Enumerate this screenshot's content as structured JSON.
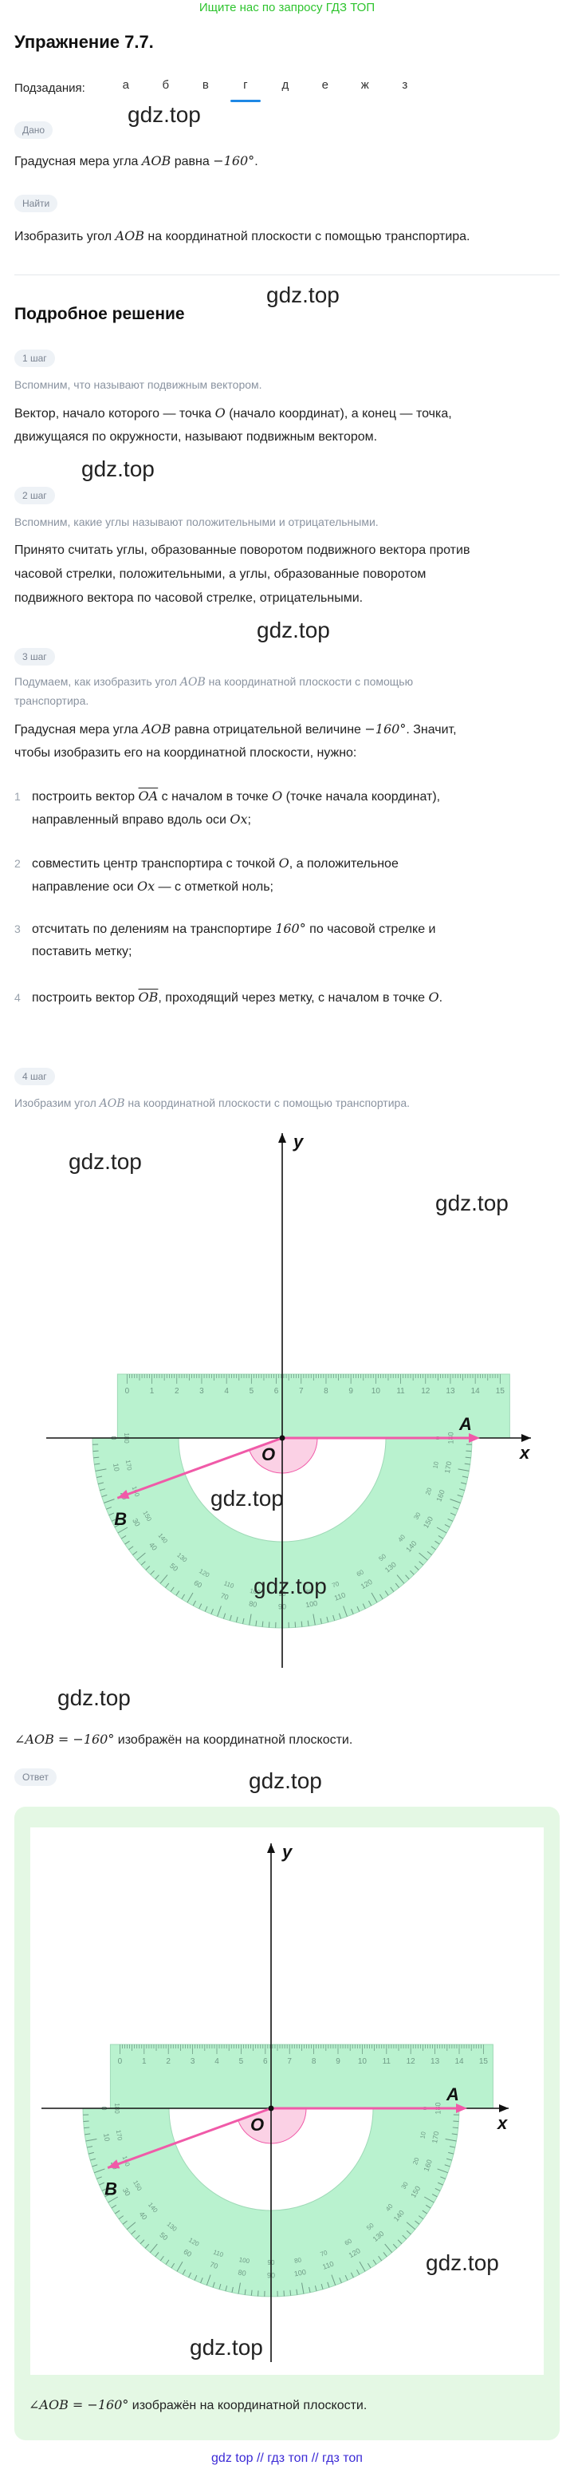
{
  "banner": "Ищите нас по запросу ГДЗ ТОП",
  "title": "Упражнение 7.7.",
  "subtasks": {
    "label": "Подзадания:",
    "tabs": [
      "а",
      "б",
      "в",
      "г",
      "д",
      "е",
      "ж",
      "з"
    ],
    "active": "г"
  },
  "given": {
    "pill": "Дано",
    "text_a": "Градусная мера угла ",
    "math_a": "AOB",
    "text_b": " равна ",
    "math_b": "−160°",
    "text_c": "."
  },
  "find": {
    "pill": "Найти",
    "text_a": "Изобразить угол ",
    "math_a": "AOB",
    "text_b": " на координатной плоскости с помощью транспортира."
  },
  "solution_title": "Подробное решение",
  "watermark": "gdz.top",
  "step1": {
    "pill": "1 шаг",
    "hint": "Вспомним, что называют подвижным вектором.",
    "line1_a": "Вектор, начало которого — точка ",
    "line1_math": "O",
    "line1_b": " (начало координат), а конец — точка,",
    "line2": "движущаяся по окружности, называют подвижным вектором."
  },
  "step2": {
    "pill": "2 шаг",
    "hint": "Вспомним, какие углы называют положительными и отрицательными.",
    "line1": "Принято считать углы, образованные поворотом подвижного вектора против",
    "line2": "часовой стрелки, положительными, а углы, образованные поворотом",
    "line3": "подвижного вектора по часовой стрелке, отрицательными."
  },
  "step3": {
    "pill": "3 шаг",
    "hint1_a": "Подумаем, как изобразить угол ",
    "hint1_math": "AOB",
    "hint1_b": " на координатной плоскости с помощью",
    "hint2": "транспортира.",
    "line1_a": "Градусная мера угла ",
    "line1_math": "AOB",
    "line1_b": " равна отрицательной величине ",
    "line1_math2": "−160°",
    "line1_c": ". Значит,",
    "line2": "чтобы изобразить его на координатной плоскости, нужно:",
    "items": [
      {
        "num": "1",
        "a": "построить вектор ",
        "math": "OA",
        "b": " с началом в точке ",
        "math2": "O",
        "c": " (точке начала координат),",
        "line2": "направленный вправо вдоль оси ",
        "math3": "Ox",
        "d": ";"
      },
      {
        "num": "2",
        "a": "совместить центр транспортира с точкой ",
        "math": "O",
        "b": ", а положительное",
        "line2": "направление оси ",
        "math3": "Ox",
        "d": " — с отметкой ноль;"
      },
      {
        "num": "3",
        "a": "отсчитать по делениям на транспортире ",
        "math": "160°",
        "b": " по часовой стрелке и",
        "line2": "поставить метку;"
      },
      {
        "num": "4",
        "a": "построить вектор ",
        "math": "OB",
        "b": ", проходящий через метку, с началом в точке ",
        "math2": "O",
        "c": "."
      }
    ]
  },
  "step4": {
    "pill": "4 шаг",
    "hint_a": "Изобразим угол ",
    "hint_math": "AOB",
    "hint_b": " на координатной плоскости с помощью транспортира.",
    "result_math": "∠AOB = −160°",
    "result_text": " изображён на координатной плоскости."
  },
  "figure": {
    "axis_x": "x",
    "axis_y": "y",
    "origin": "O",
    "point_a": "A",
    "point_b": "B",
    "ruler_ticks": [
      "0",
      "1",
      "2",
      "3",
      "4",
      "5",
      "6",
      "7",
      "8",
      "9",
      "10",
      "11",
      "12",
      "13",
      "14",
      "15"
    ],
    "scale_outer": [
      "180",
      "170",
      "160",
      "150",
      "140",
      "130",
      "120",
      "110",
      "100",
      "90",
      "80",
      "70",
      "60",
      "50",
      "40",
      "30",
      "20",
      "10",
      "0"
    ],
    "scale_inner": [
      "0",
      "10",
      "20",
      "30",
      "40",
      "50",
      "60",
      "70",
      "80",
      "90",
      "100",
      "110",
      "120",
      "130",
      "140",
      "150",
      "160",
      "170",
      "180"
    ]
  },
  "answer": {
    "pill": "Ответ",
    "result_math": "∠AOB = −160°",
    "result_text": " изображён на координатной плоскости."
  },
  "footer": "gdz top  //  гдз топ  //  гдз топ",
  "colors": {
    "protractor_fill": "#b9f2cf",
    "protractor_ticks": "#6f9b86",
    "vector_color": "#f05aa8",
    "angle_fill": "#fbd1e5",
    "tab_accent": "#1e88e5",
    "answer_bg": "#e4f8e4",
    "banner_green": "#2ec42e"
  }
}
